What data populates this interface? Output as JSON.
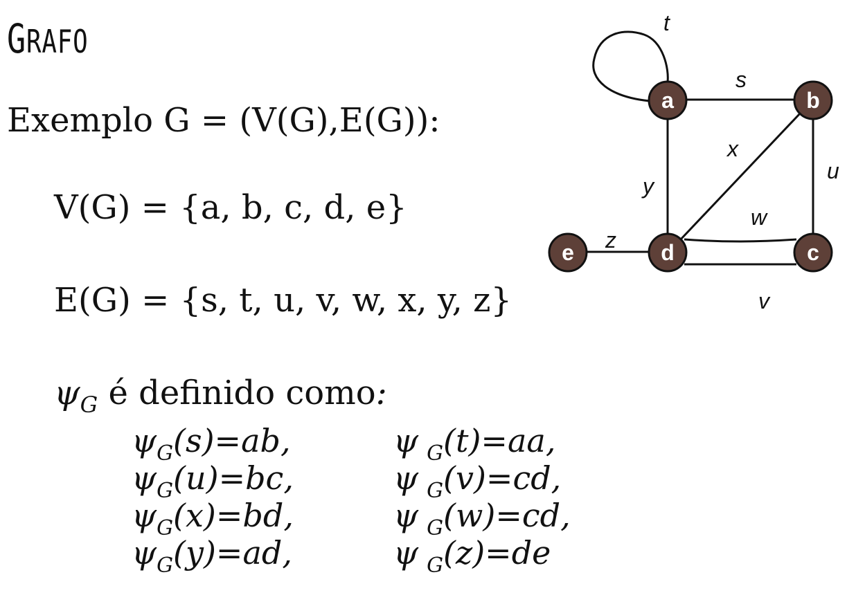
{
  "title": "Grafo",
  "example": "Exemplo G = (V(G),E(G)):",
  "vset": "V(G) = {a, b, c, d, e}",
  "eset": "E(G) = {s, t, u, v, w, x, y, z}",
  "psi_intro": {
    "symbol": "ψ",
    "subscript": "G",
    "text": " é definido como",
    "colon": ":"
  },
  "psi_defs": [
    {
      "left": {
        "arg": "(s)=ab,"
      },
      "right": {
        "arg": "(t)=aa,"
      }
    },
    {
      "left": {
        "arg": "(u)=bc,"
      },
      "right": {
        "arg": "(v)=cd,"
      }
    },
    {
      "left": {
        "arg": "(x)=bd,"
      },
      "right": {
        "arg": "(w)=cd,"
      }
    },
    {
      "left": {
        "arg": "(y)=ad,"
      },
      "right": {
        "arg": "(z)=de"
      }
    }
  ],
  "graph": {
    "node_color": "#5e4038",
    "nodes": [
      {
        "id": "a",
        "label": "a"
      },
      {
        "id": "b",
        "label": "b"
      },
      {
        "id": "c",
        "label": "c"
      },
      {
        "id": "d",
        "label": "d"
      },
      {
        "id": "e",
        "label": "e"
      }
    ],
    "edges": [
      {
        "id": "s",
        "label": "s",
        "from": "a",
        "to": "b"
      },
      {
        "id": "t",
        "label": "t",
        "from": "a",
        "to": "a"
      },
      {
        "id": "u",
        "label": "u",
        "from": "b",
        "to": "c"
      },
      {
        "id": "v",
        "label": "v",
        "from": "c",
        "to": "d"
      },
      {
        "id": "w",
        "label": "w",
        "from": "c",
        "to": "d"
      },
      {
        "id": "x",
        "label": "x",
        "from": "b",
        "to": "d"
      },
      {
        "id": "y",
        "label": "y",
        "from": "a",
        "to": "d"
      },
      {
        "id": "z",
        "label": "z",
        "from": "d",
        "to": "e"
      }
    ]
  }
}
